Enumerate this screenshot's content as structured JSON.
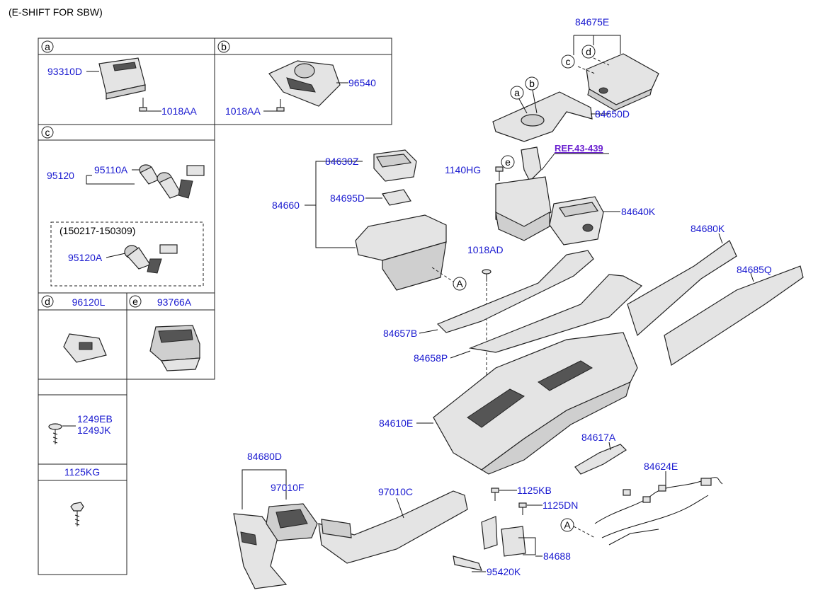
{
  "title": "(E-SHIFT FOR SBW)",
  "panels": {
    "a": "a",
    "b": "b",
    "c": "c",
    "d": "d",
    "e": "e",
    "range": "(150217-150309)",
    "d_part": "96120L",
    "e_part": "93766A",
    "kg_part": "1125KG"
  },
  "callouts": {
    "a": "a",
    "b": "b",
    "c": "c",
    "d": "d",
    "e": "e",
    "A": "A"
  },
  "labels": {
    "p93310D": "93310D",
    "p1018AA_a": "1018AA",
    "p96540": "96540",
    "p1018AA_b": "1018AA",
    "p95120": "95120",
    "p95110A": "95110A",
    "p95120A": "95120A",
    "p1249EB": "1249EB",
    "p1249JK": "1249JK",
    "p84675E": "84675E",
    "p84650D": "84650D",
    "ref": "REF.43-439",
    "p1140HG": "1140HG",
    "p84640K": "84640K",
    "p84630Z": "84630Z",
    "p84695D": "84695D",
    "p84660": "84660",
    "p1018AD": "1018AD",
    "p84680K": "84680K",
    "p84685Q": "84685Q",
    "p84657B": "84657B",
    "p84658P": "84658P",
    "p84610E": "84610E",
    "p84617A": "84617A",
    "p84680D": "84680D",
    "p97010F": "97010F",
    "p97010C": "97010C",
    "p1125KB": "1125KB",
    "p1125DN": "1125DN",
    "p84624E": "84624E",
    "p84688": "84688",
    "p95420K": "95420K"
  }
}
